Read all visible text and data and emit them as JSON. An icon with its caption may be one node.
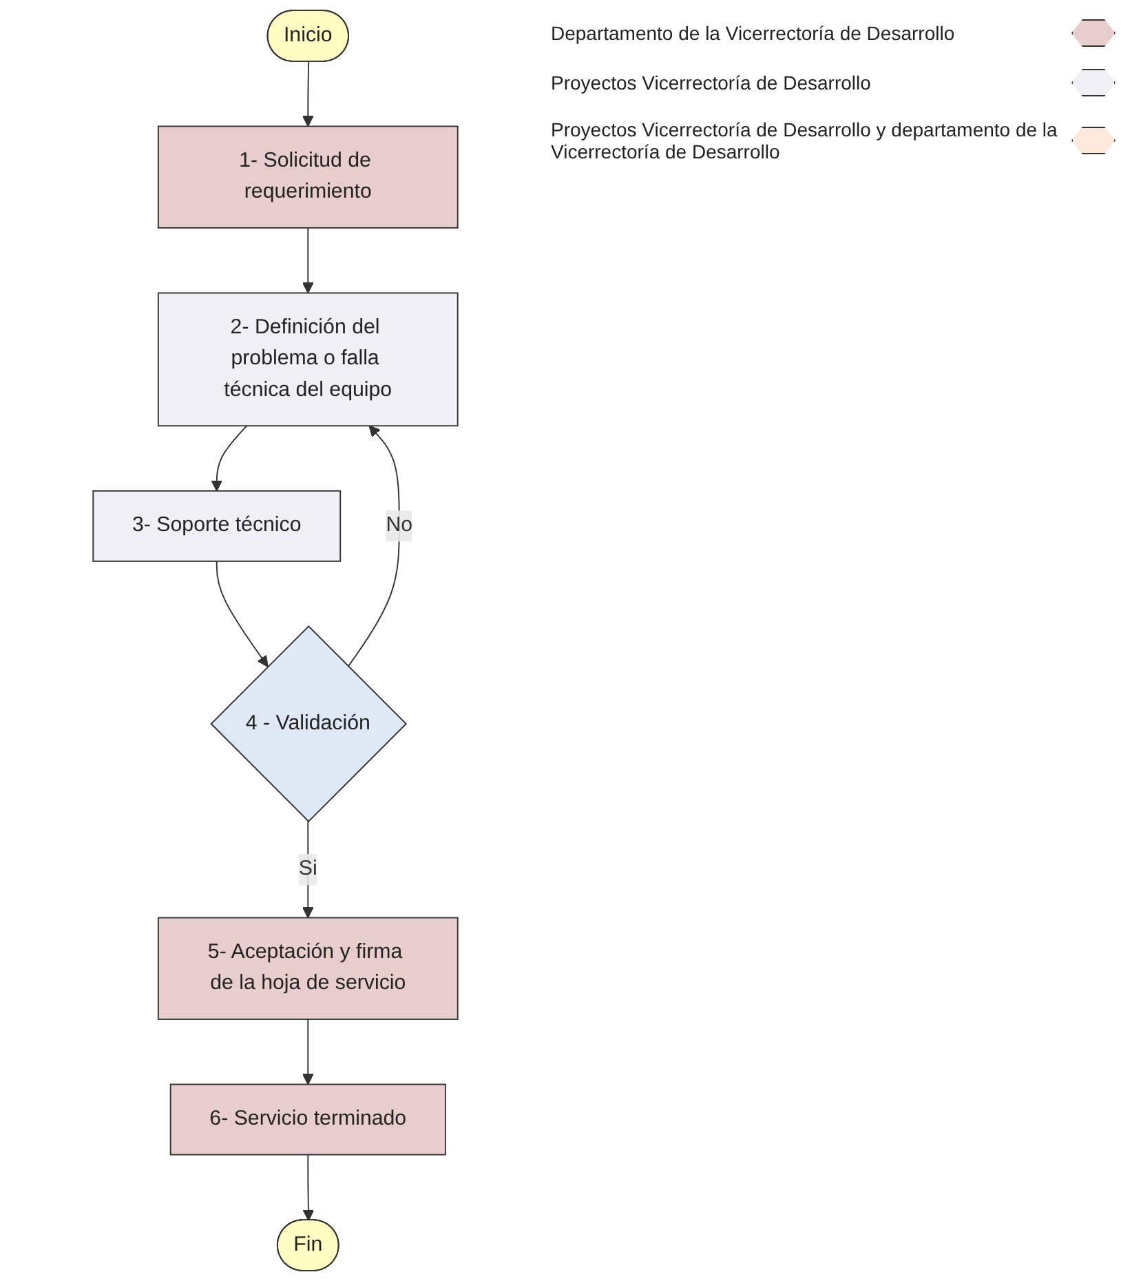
{
  "diagram": {
    "nodes": [
      {
        "text": [
          "Inicio"
        ]
      },
      {
        "text": [
          "1- Solicitud de requerimiento"
        ]
      },
      {
        "text": [
          "2- Definición del problema o falla técnica del equipo"
        ]
      },
      {
        "text": [
          "3- Soporte técnico"
        ]
      },
      {
        "text": [
          "4 - Validación"
        ]
      },
      {
        "text": [
          "5- Aceptación y firma de la hoja de servicio"
        ]
      },
      {
        "text": [
          "6- Servicio terminado"
        ]
      },
      {
        "text": [
          "Fin"
        ]
      }
    ],
    "edges": [
      {
        "from": 0,
        "to": 1,
        "arrow": "to"
      },
      {
        "from": 1,
        "to": 2,
        "arrow": "to"
      },
      {
        "from": 2,
        "to": 3,
        "arrow": "to"
      },
      {
        "from": 3,
        "to": 4,
        "arrow": "to"
      },
      {
        "from": 4,
        "to": 2,
        "label": "No",
        "arrow": "to"
      },
      {
        "from": 4,
        "to": 5,
        "label": "Si",
        "arrow": "to"
      },
      {
        "from": 5,
        "to": 6,
        "arrow": "to"
      },
      {
        "from": 6,
        "to": 7,
        "arrow": "to"
      }
    ],
    "legend": [
      {
        "text": "Departamento de la Vicerrectoría de Desarrollo",
        "color": "#e8cdcd"
      },
      {
        "text": "Proyectos Vicerrectoría de Desarrollo",
        "color": "#efeff5"
      },
      {
        "text": "Proyectos Vicerrectoría de Desarrollo y departamento de la Vicerrectoría de Desarrollo",
        "color": "#fce9dc"
      }
    ]
  }
}
